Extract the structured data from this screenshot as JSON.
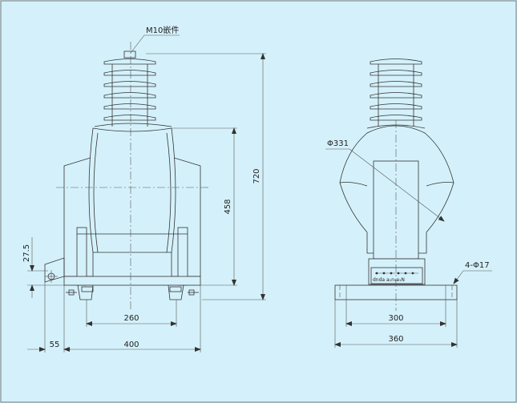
{
  "front_view": {
    "insert_label": "M10嵌件",
    "dim_heights": [
      "720",
      "458",
      "27.5"
    ],
    "dim_widths": [
      "260",
      "55",
      "400"
    ]
  },
  "side_view": {
    "diameter_label": "Φ331",
    "holes_label": "4-Φ17",
    "terminal_label": "dnda a₁n₁a₁N",
    "dim_widths": [
      "300",
      "360"
    ]
  }
}
